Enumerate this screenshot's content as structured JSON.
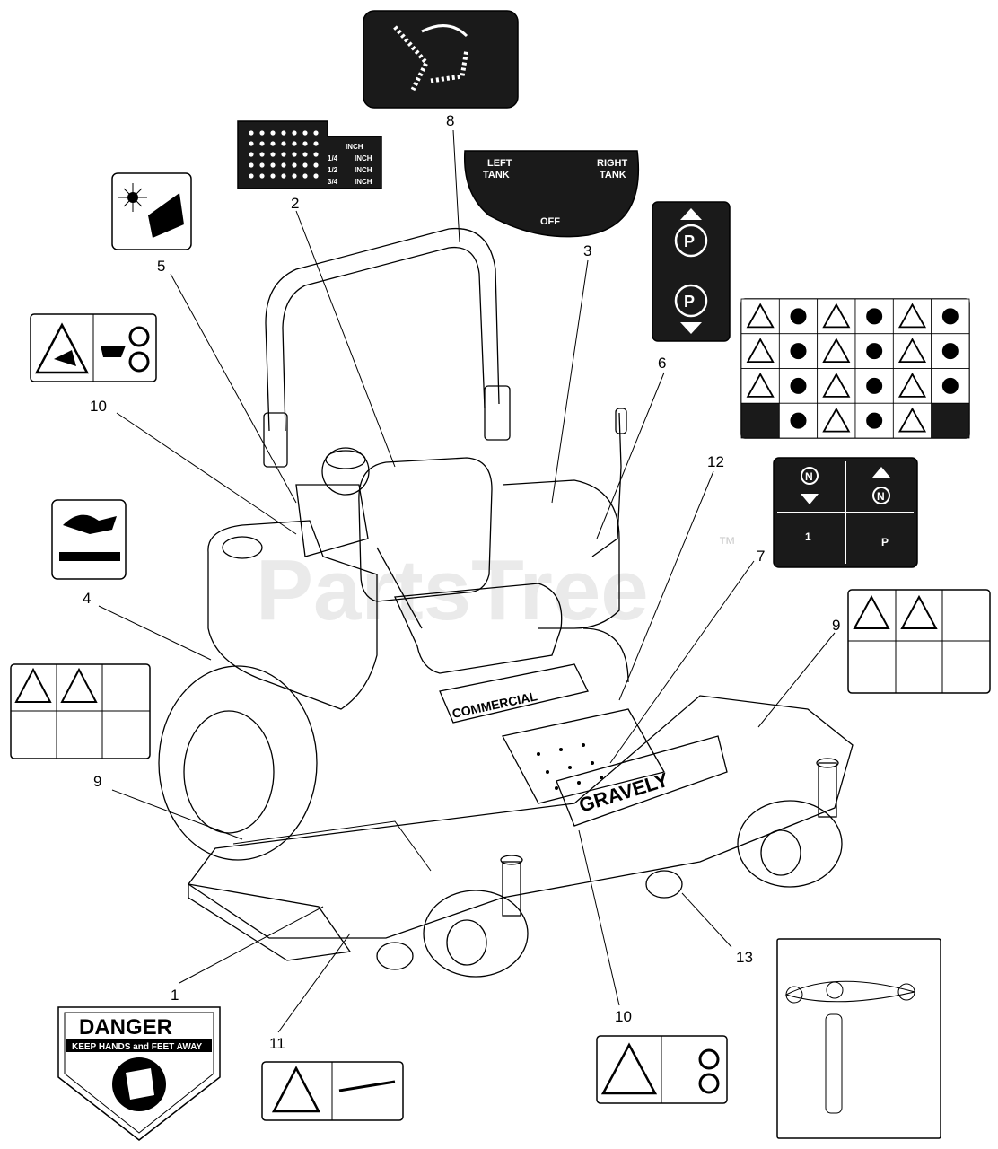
{
  "callouts": {
    "c1": "1",
    "c2": "2",
    "c3": "3",
    "c4": "4",
    "c5": "5",
    "c6": "6",
    "c7": "7",
    "c8": "8",
    "c9a": "9",
    "c9b": "9",
    "c10a": "10",
    "c10b": "10",
    "c11": "11",
    "c12": "12",
    "c13": "13"
  },
  "decals": {
    "height_chart": {
      "rows": [
        {
          "frac": "",
          "unit": "INCH"
        },
        {
          "frac": "1/4",
          "unit": "INCH"
        },
        {
          "frac": "1/2",
          "unit": "INCH"
        },
        {
          "frac": "3/4",
          "unit": "INCH"
        }
      ]
    },
    "fuel_selector": {
      "left": "LEFT",
      "left2": "TANK",
      "right": "RIGHT",
      "right2": "TANK",
      "off": "OFF"
    },
    "parking_brake": {
      "p1": "P",
      "p2": "P"
    },
    "neutral": {
      "n1": "N",
      "n2": "N",
      "n3": "1",
      "n4": "P"
    },
    "danger": {
      "title": "DANGER",
      "subtitle": "KEEP HANDS and FEET AWAY"
    },
    "mower": {
      "dash_brand": "COMMERCIAL",
      "brand": "GRAVELY"
    }
  },
  "watermark": {
    "text": "PartsTree",
    "tm": "™"
  },
  "colors": {
    "ink": "#000000",
    "decal_dark": "#1a1a1a",
    "paper": "#ffffff",
    "watermark": "#d9d9d9"
  }
}
